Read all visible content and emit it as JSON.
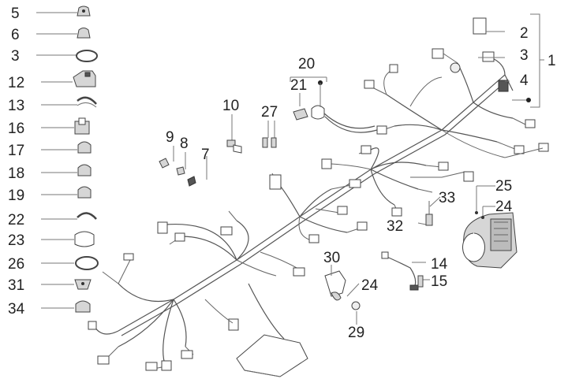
{
  "labels": {
    "l1": "1",
    "l2": "2",
    "l3a": "3",
    "l4": "4",
    "l20": "20",
    "l21": "21",
    "l10": "10",
    "l27": "27",
    "l9": "9",
    "l8": "8",
    "l7": "7",
    "l25": "25",
    "l24a": "24",
    "l33": "33",
    "l32": "32",
    "l30": "30",
    "l24b": "24",
    "l29": "29",
    "l14": "14",
    "l15": "15"
  },
  "legend": [
    "5",
    "6",
    "3",
    "12",
    "13",
    "16",
    "17",
    "18",
    "19",
    "22",
    "23",
    "26",
    "31",
    "34"
  ],
  "colors": {
    "line": "#555555",
    "part_fill": "#d6d6d6",
    "text": "#222222"
  }
}
